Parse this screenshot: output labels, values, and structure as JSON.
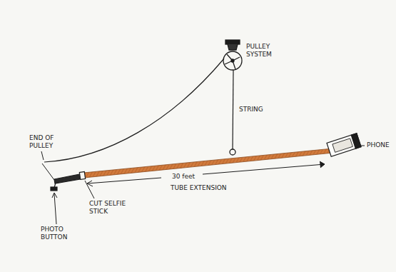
{
  "diagram": {
    "labels": [
      "PULLEY SYSTEM",
      "STRING",
      "END OF PULLEY",
      "PHONE",
      "30 feet",
      "TUBE EXTENSION",
      "CUT SELFIE STICK",
      "PHOTO BUTTON"
    ]
  }
}
